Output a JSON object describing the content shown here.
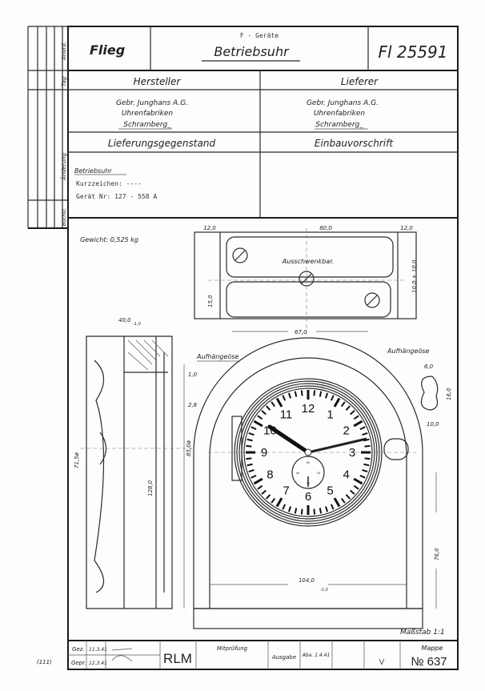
{
  "header": {
    "left": "Flieg",
    "category": "F - Geräte",
    "title": "Betriebsuhr",
    "number": "Fl 25591"
  },
  "side_strip": {
    "labels": [
      "Anord.",
      "Tag",
      "Änderung",
      "Buchst."
    ]
  },
  "manufacturer": {
    "label": "Hersteller",
    "lines": [
      "Gebr. Junghans A.G.",
      "Uhrenfabriken",
      "Schramberg_"
    ]
  },
  "supplier": {
    "label": "Lieferer",
    "lines": [
      "Gebr. Junghans A.G.",
      "Uhrenfabriken",
      "Schramberg_"
    ]
  },
  "delivery_item": {
    "label": "Lieferungsgegenstand",
    "name": "Betriebsuhr",
    "short_sign": "Kurzzeichen: ----",
    "device_no": "Gerät Nr: 127 - 558 A"
  },
  "installation": {
    "label": "Einbauvorschrift"
  },
  "drawing": {
    "weight": "Gewicht: 0,525 kg",
    "swivel_note": "Ausschwenkbar.",
    "hanging_eye_1": "Aufhängeöse",
    "hanging_eye_2": "Aufhängeöse",
    "dims": {
      "top_left": "12,0",
      "top_mid": "80,0",
      "top_right": "12,0",
      "top_height": "15,0",
      "top_side": "10,0 + 10,0",
      "width_67": "67,0",
      "side_width": "40,0",
      "side_tol": "-1,0",
      "d_1": "1,0",
      "d_2": "2,8",
      "dia_71": "71,5ø",
      "d_128": "128,0",
      "dia_85": "85,0ø",
      "eye_w": "6,0",
      "eye_h": "16,0",
      "eye_off": "10,0",
      "base_w": "104,0",
      "base_tol": "-1,0",
      "height_76": "76,0"
    },
    "dial": {
      "numerals": [
        "12",
        "1",
        "2",
        "3",
        "4",
        "5",
        "6",
        "7",
        "8",
        "9",
        "10",
        "11"
      ],
      "subdial": [
        "60",
        "15",
        "30",
        "45"
      ]
    },
    "scale": "Maßstab 1:1"
  },
  "title_block": {
    "drawn_label": "Gez.",
    "drawn_date": "11.3.41",
    "checked_label": "Gepr.",
    "checked_date": "12.3.41",
    "authority": "RLM",
    "co_check": "Mitprüfung",
    "edition_label": "Ausgabe",
    "edition_value": "Aba. 1.4.41",
    "mark": "V",
    "folder_label": "Mappe",
    "folder_no": "№ 637",
    "margin_note": "(111)"
  }
}
